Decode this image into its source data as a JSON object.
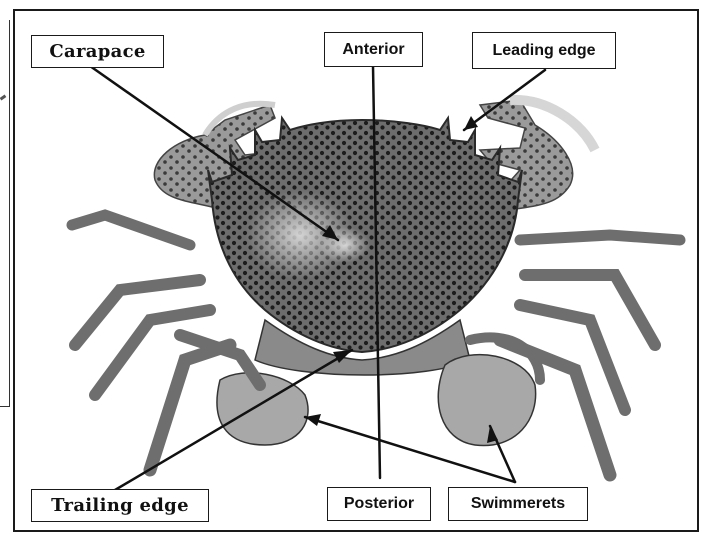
{
  "labels": {
    "carapace": "Carapace",
    "anterior": "Anterior",
    "leading_edge": "Leading edge",
    "trailing_edge": "Trailing edge",
    "posterior": "Posterior",
    "swimmerets": "Swimmerets"
  },
  "colors": {
    "shell_dark": "#3a3a3a",
    "shell_mid": "#7a7a7a",
    "shell_light": "#cfcfcf",
    "spots": "#1c1c1c",
    "line": "#111111"
  }
}
